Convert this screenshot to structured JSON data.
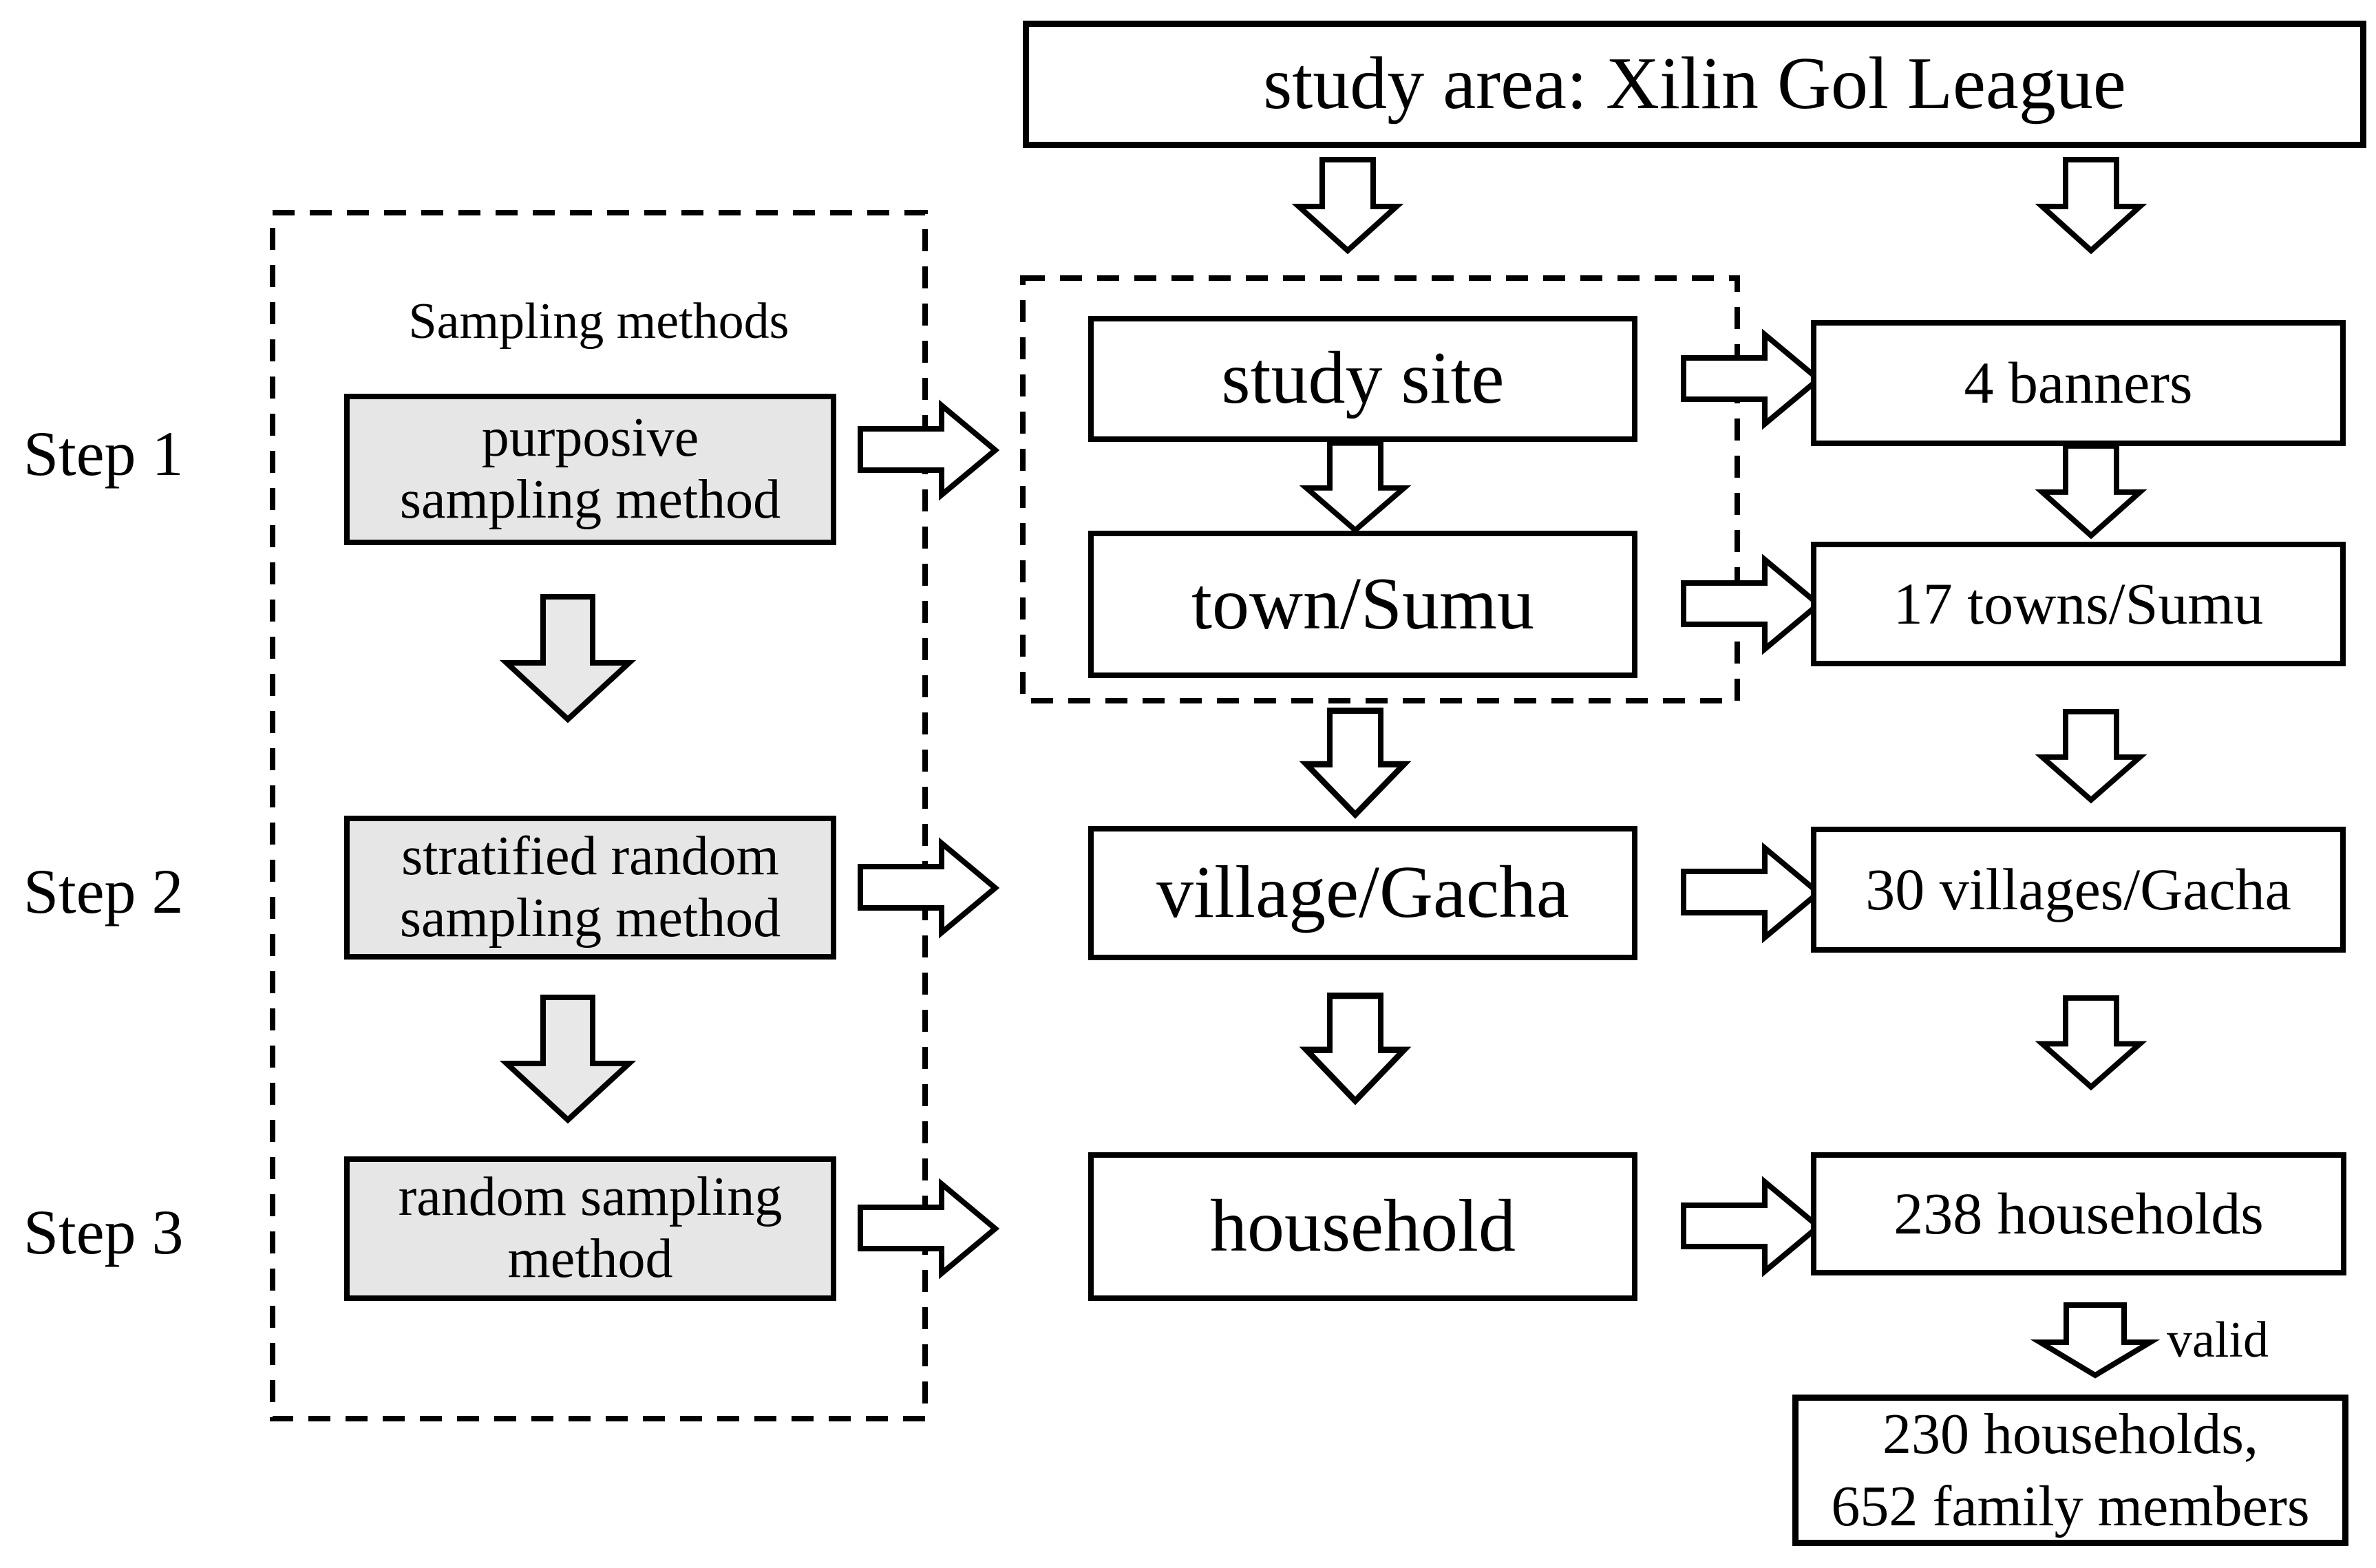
{
  "colors": {
    "method_fill": "#e6e6e6",
    "arrow_gray_fill": "#e8e8e8",
    "line": "#000000",
    "background": "#ffffff"
  },
  "header": {
    "study_area": "study area: Xilin Gol League"
  },
  "sampling_panel": {
    "title": "Sampling methods",
    "steps": [
      {
        "label": "Step 1",
        "method": "purposive sampling method",
        "method_lines": [
          "purposive",
          "sampling method"
        ]
      },
      {
        "label": "Step 2",
        "method": "stratified random sampling method",
        "method_lines": [
          "stratified random",
          "sampling method"
        ]
      },
      {
        "label": "Step 3",
        "method": "random sampling method",
        "method_lines": [
          "random sampling",
          "method"
        ]
      }
    ]
  },
  "selection_flow": {
    "study_site": "study site",
    "town": "town/Sumu",
    "village": "village/Gacha",
    "household": "household"
  },
  "results_flow": {
    "banners": "4 banners",
    "towns": "17 towns/Sumu",
    "villages": "30 villages/Gacha",
    "households": "238 households",
    "valid_label": "valid",
    "final_lines": [
      "230 households,",
      "652 family members"
    ]
  }
}
